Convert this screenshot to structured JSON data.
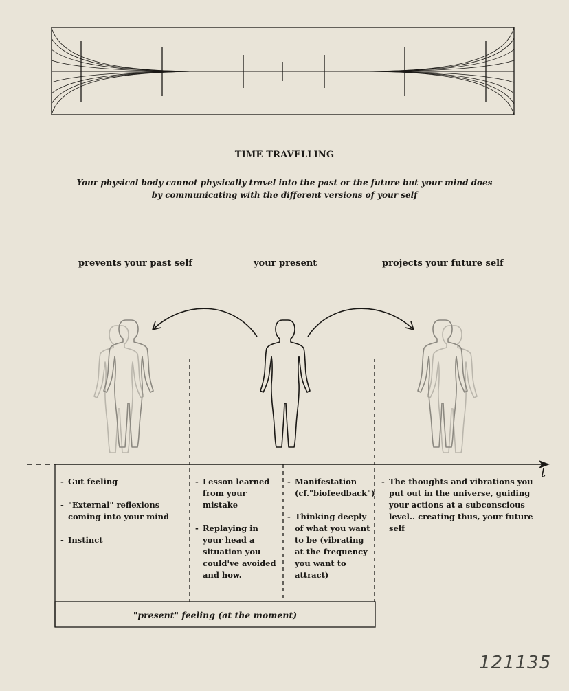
{
  "title": "TIME TRAVELLING",
  "subtitle_line1": "Your physical body cannot physically travel  into the past or the future but your mind does",
  "subtitle_line2": "by communicating with the different versions of your self",
  "headings": {
    "past": "prevents your past self",
    "present": "your present",
    "future": "projects your future self"
  },
  "axis_label": "t",
  "columns": {
    "past": [
      "Gut feeling",
      "\"External\" reflexions coming into your mind",
      "Instinct"
    ],
    "lesson": [
      "Lesson learned from your mistake",
      "Replaying in your head a situation you could've avoided and how."
    ],
    "manifest": [
      "Manifestation (cf.\"biofeedback\")",
      "Thinking deeply of what you want to be (vibrating at the frequency you want to attract)"
    ],
    "future": [
      "The thoughts and vibrations you put out in the universe, guiding your actions at a subconscious level.. creating thus, your future self"
    ]
  },
  "present_feeling": "\"present\" feeling (at the moment)",
  "signature": "121135"
}
